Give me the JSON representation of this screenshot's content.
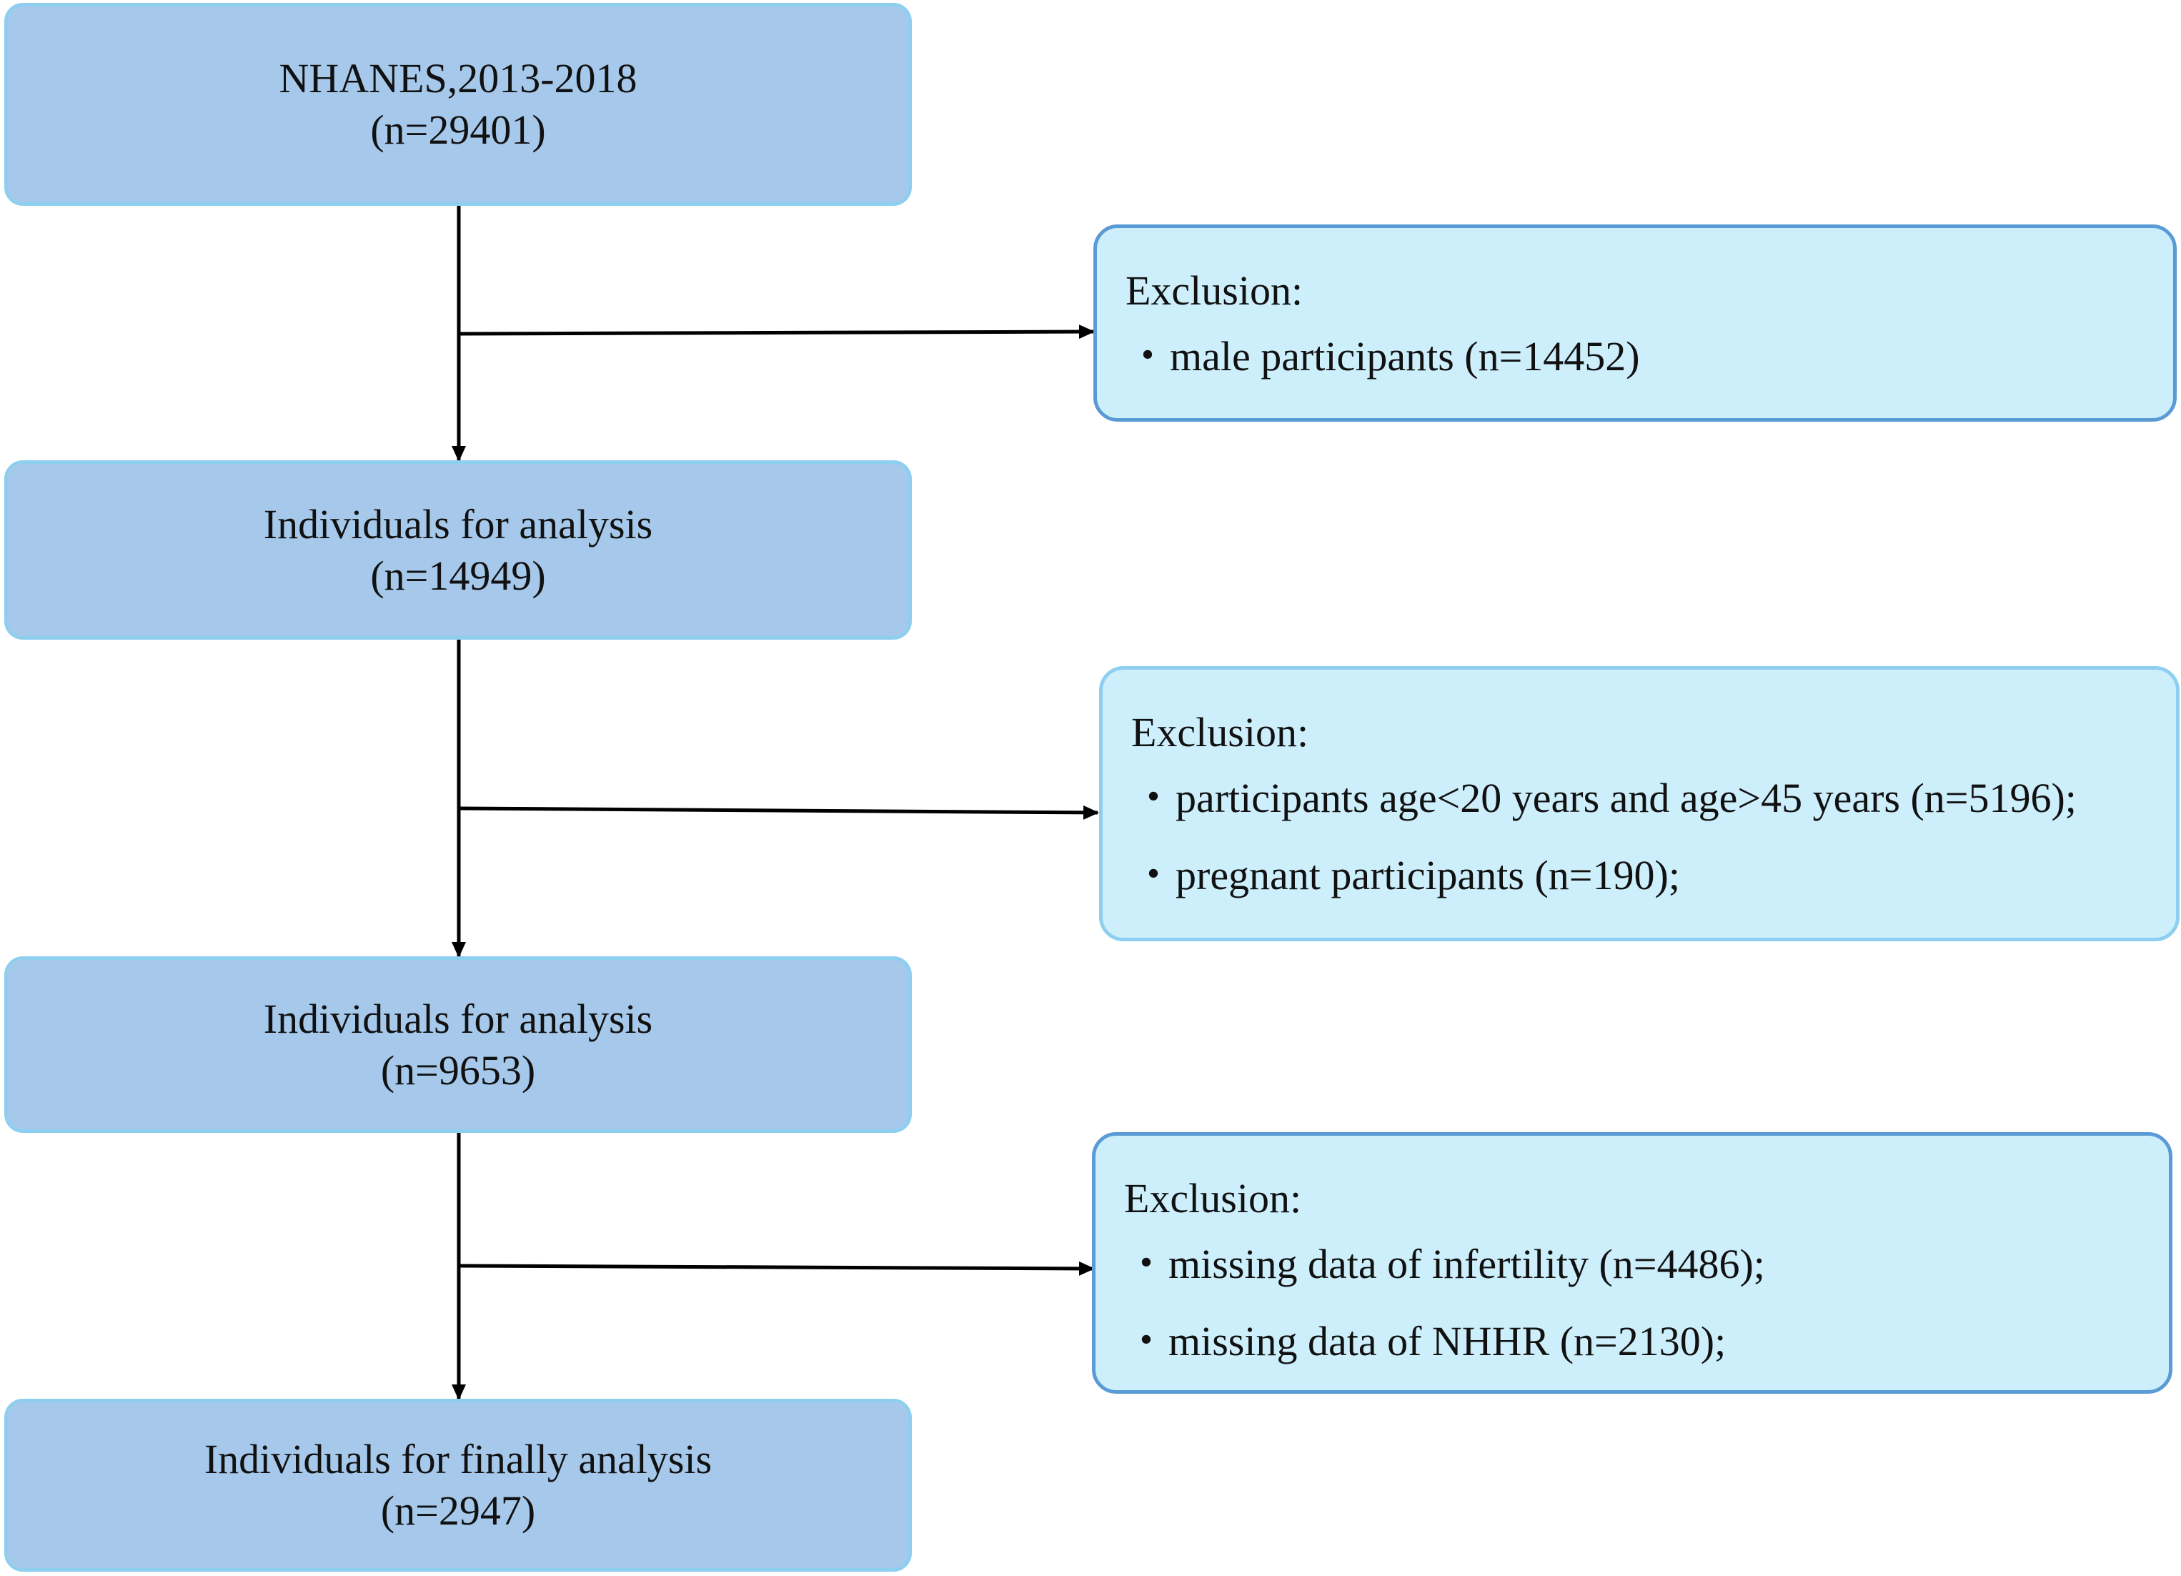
{
  "main_boxes": [
    {
      "title": "NHANES,2013-2018",
      "count": "(n=29401)"
    },
    {
      "title": "Individuals for analysis",
      "count": "(n=14949)"
    },
    {
      "title": "Individuals for analysis",
      "count": "(n=9653)"
    },
    {
      "title": "Individuals for finally analysis",
      "count": "(n=2947)"
    }
  ],
  "exclusions": [
    {
      "title": "Exclusion:",
      "items": [
        "male participants (n=14452)"
      ]
    },
    {
      "title": "Exclusion:",
      "items": [
        "participants age<20 years and age>45 years (n=5196);",
        "pregnant participants (n=190);"
      ]
    },
    {
      "title": "Exclusion:",
      "items": [
        "missing data of infertility (n=4486);",
        "missing data of NHHR (n=2130);"
      ]
    }
  ],
  "bullet_glyph": "・",
  "colors": {
    "main_fill": "#a6c9eb",
    "main_border": "#8ecff0",
    "exclusion_fill": "#cdeefb",
    "exclusion_border": "#5b9bd5",
    "arrow": "#000000"
  }
}
